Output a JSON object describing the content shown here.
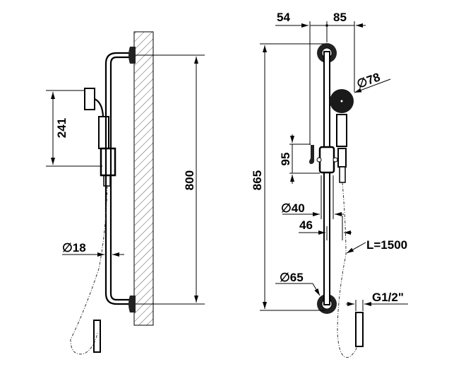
{
  "side_view": {
    "dimensions": {
      "height": "800",
      "handshower_offset": "241",
      "bar_diameter": "∅18"
    }
  },
  "front_view": {
    "dimensions": {
      "left_offset": "54",
      "right_offset": "85",
      "head_diameter": "∅78",
      "slider_height": "95",
      "total_height": "865",
      "slider_diameter": "∅40",
      "slider_depth": "46",
      "hose_length": "L=1500",
      "rosette_diameter": "∅65",
      "connection": "G1/2\""
    }
  }
}
